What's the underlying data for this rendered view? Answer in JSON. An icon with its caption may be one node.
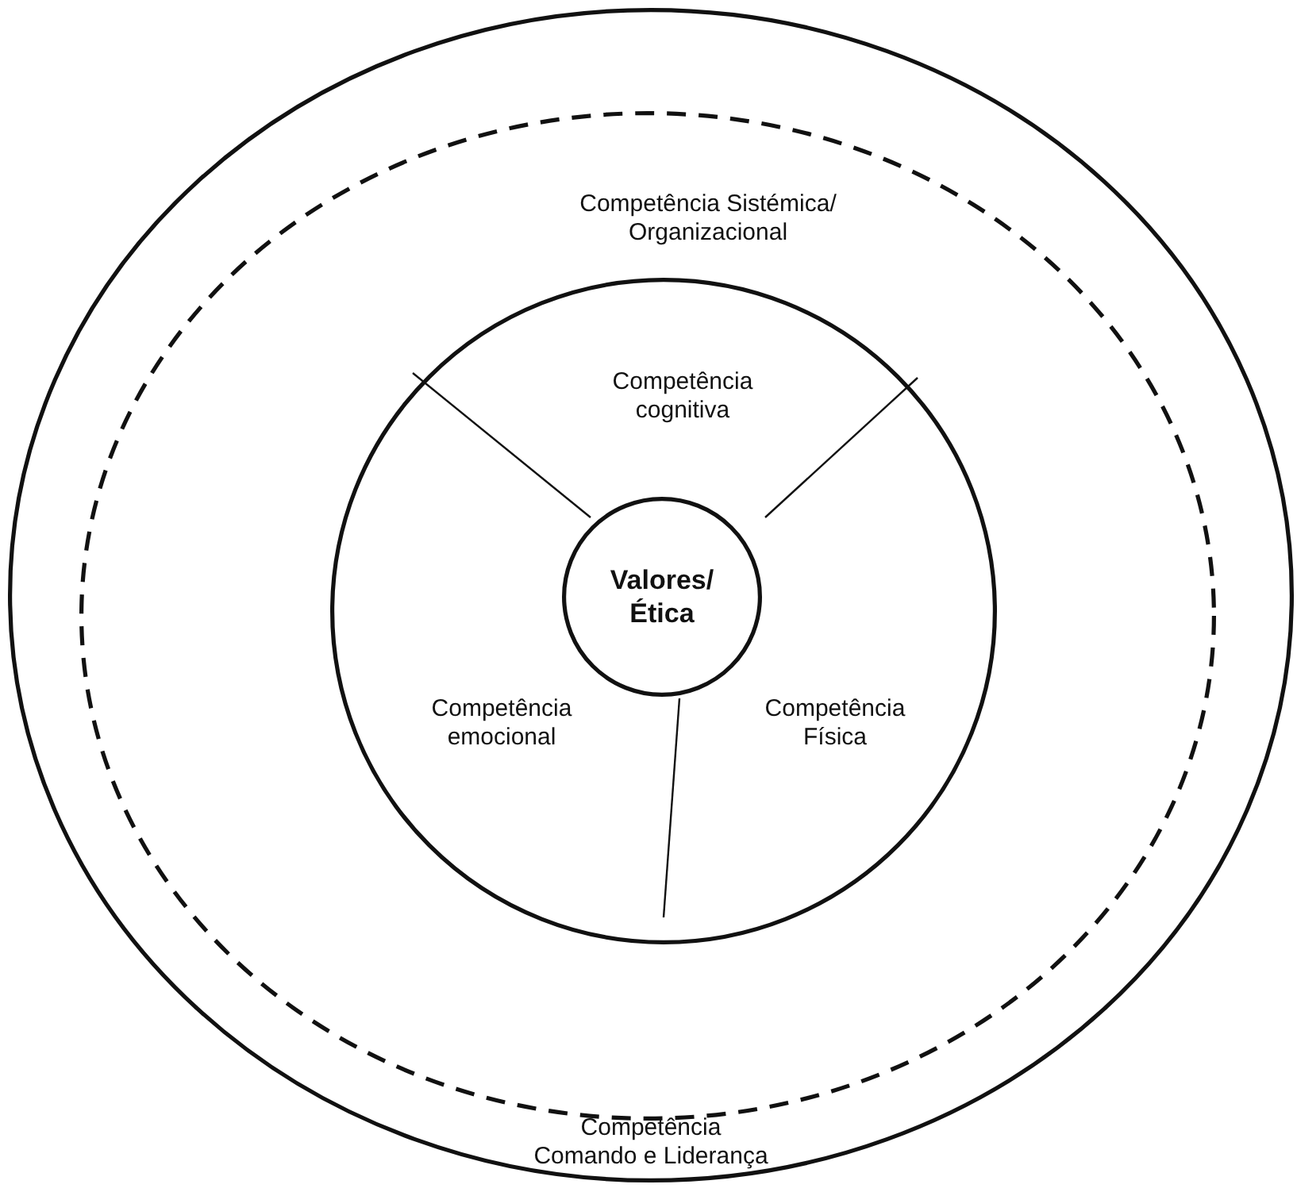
{
  "diagram": {
    "nodes": [
      {
        "text": [
          "Competência Comando e Liderança"
        ]
      },
      {
        "text": [
          "Competência Sistémica/ Organizacional"
        ],
        "in": 0
      },
      {
        "text": [],
        "shape": "circle",
        "in": 1
      },
      {
        "text": [
          "Competência cognitiva"
        ],
        "in": 2
      },
      {
        "text": [
          "Valores/ Ética"
        ],
        "in": 2
      },
      {
        "text": [
          "Competência emocional"
        ],
        "in": 2
      },
      {
        "text": [
          "Competência Física"
        ],
        "in": 2
      }
    ]
  }
}
